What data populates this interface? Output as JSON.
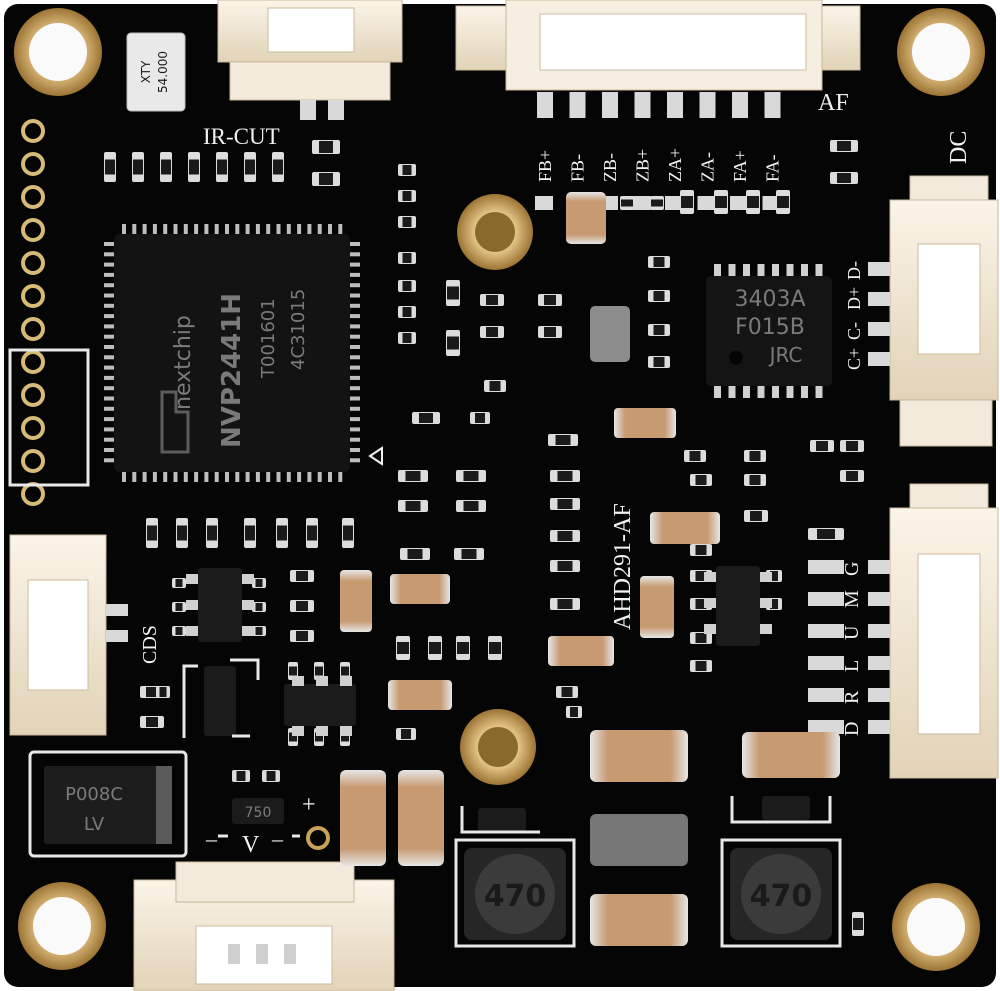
{
  "board": {
    "pcb_color": "#050505",
    "silkscreen_color": "#f2f2f2",
    "gold_color": "#c9a35a",
    "connector_color": "#f1e6d2",
    "capacitor_color": "#c79a72"
  },
  "main_chip": {
    "brand": "nextchip",
    "model": "NVP2441H",
    "line1": "T001601",
    "line2": "4C31015"
  },
  "crystal": {
    "line1": "XTY",
    "line2": "54.000"
  },
  "driver_chip": {
    "line1": "3403A",
    "line2": "F015B",
    "line3": "JRC"
  },
  "diode": {
    "line1": "P008C",
    "line2": "LV"
  },
  "small_parts": {
    "regulator_code": "750"
  },
  "inductors": {
    "left_value": "470",
    "right_value": "470"
  },
  "silkscreen": {
    "ir_cut": "IR-CUT",
    "af": "AF",
    "dc": "DC",
    "cds": "CDS",
    "board_model": "AHD291-AF",
    "power_v": "V",
    "minus_left": "–",
    "minus_right": "–",
    "plus": "+",
    "af_pins": [
      "FB+",
      "FB-",
      "ZB-",
      "ZB+",
      "ZA+",
      "ZA-",
      "FA+",
      "FA-"
    ],
    "dc_pins": [
      "D-",
      "D+",
      "C-",
      "C+"
    ],
    "ctrl_pins": [
      "G",
      "M",
      "U",
      "L",
      "R",
      "D"
    ]
  }
}
